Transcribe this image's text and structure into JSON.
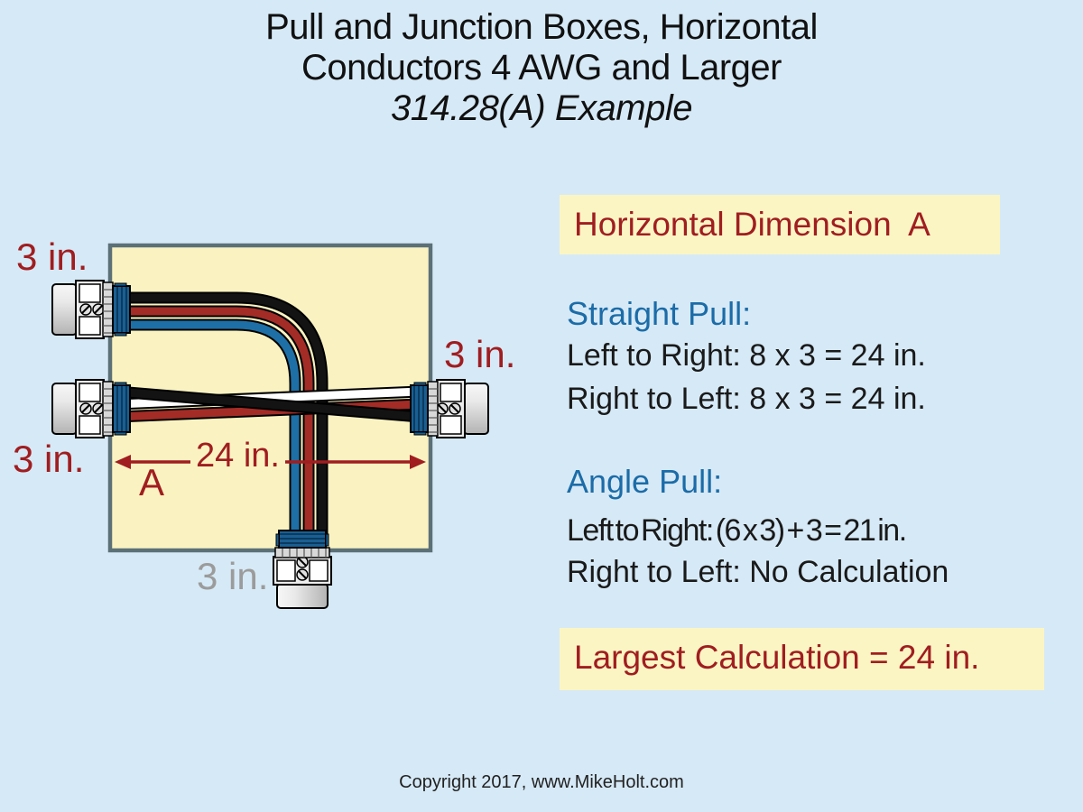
{
  "title": {
    "line1": "Pull and Junction Boxes, Horizontal",
    "line2": "Conductors 4 AWG and Larger",
    "line3": "314.28(A) Example"
  },
  "diagram": {
    "labels": {
      "top_left": "3 in.",
      "right": "3 in.",
      "mid_left": "3 in.",
      "bottom": "3 in.",
      "width_dim": "24 in.",
      "dim_letter": "A"
    }
  },
  "panel": {
    "header": "Horizontal Dimension  A",
    "straight_pull": {
      "heading": "Straight Pull:",
      "line1": "Left to Right: 8 x 3 = 24 in.",
      "line2": "Right to Left: 8 x 3 = 24 in."
    },
    "angle_pull": {
      "heading": "Angle Pull:",
      "line1": "Left to Right: (6 x 3) + 3 = 21 in.",
      "line2": "Right to Left: No Calculation"
    },
    "footer": "Largest Calculation = 24 in."
  },
  "footer": {
    "copyright": "Copyright 2017, www.MikeHolt.com"
  },
  "colors": {
    "background": "#d6e9f6",
    "box_fill": "#faf3c1",
    "box_border": "#5c7077",
    "highlight": "#fbf5c4",
    "dark_red": "#a01d20",
    "heading_blue": "#1b6ca8",
    "text_black": "#1a1a1a",
    "gray_label": "#9b9b9b",
    "wire_black": "#131313",
    "wire_red": "#a32c26",
    "wire_blue": "#1e6fa5",
    "wire_white": "#ffffff",
    "locknut_blue": "#1a5f93",
    "connector_silver": "#ececec"
  }
}
